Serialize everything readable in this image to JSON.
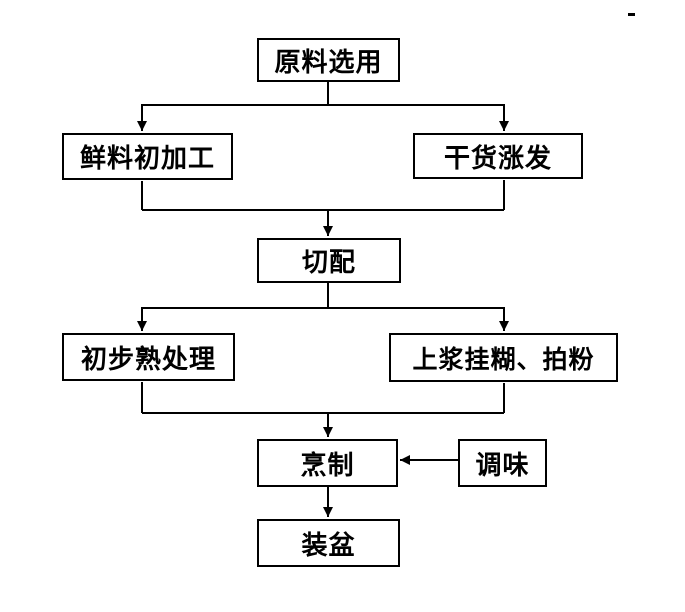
{
  "diagram": {
    "type": "flowchart",
    "topic": "cooking-process-flow",
    "nodes": [
      {
        "id": "raw-material-selection",
        "label": "原料选用"
      },
      {
        "id": "fresh-ingredient-prep",
        "label": "鲜料初加工"
      },
      {
        "id": "dried-goods-rehydration",
        "label": "干货涨发"
      },
      {
        "id": "cutting-and-pairing",
        "label": "切配"
      },
      {
        "id": "preliminary-heat-treatment",
        "label": "初步熟处理"
      },
      {
        "id": "coating-battering-dusting",
        "label": "上浆挂糊、拍粉"
      },
      {
        "id": "cooking",
        "label": "烹制"
      },
      {
        "id": "seasoning",
        "label": "调味"
      },
      {
        "id": "plating",
        "label": "装盆"
      }
    ],
    "edges": [
      {
        "from": "raw-material-selection",
        "to": "fresh-ingredient-prep"
      },
      {
        "from": "raw-material-selection",
        "to": "dried-goods-rehydration"
      },
      {
        "from": "fresh-ingredient-prep",
        "to": "cutting-and-pairing"
      },
      {
        "from": "dried-goods-rehydration",
        "to": "cutting-and-pairing"
      },
      {
        "from": "cutting-and-pairing",
        "to": "preliminary-heat-treatment"
      },
      {
        "from": "cutting-and-pairing",
        "to": "coating-battering-dusting"
      },
      {
        "from": "preliminary-heat-treatment",
        "to": "cooking"
      },
      {
        "from": "coating-battering-dusting",
        "to": "cooking"
      },
      {
        "from": "seasoning",
        "to": "cooking"
      },
      {
        "from": "cooking",
        "to": "plating"
      }
    ],
    "colors": {
      "background": "#ffffff",
      "line": "#000000",
      "box_border": "#000000",
      "box_fill": "#ffffff",
      "text": "#000000"
    }
  }
}
